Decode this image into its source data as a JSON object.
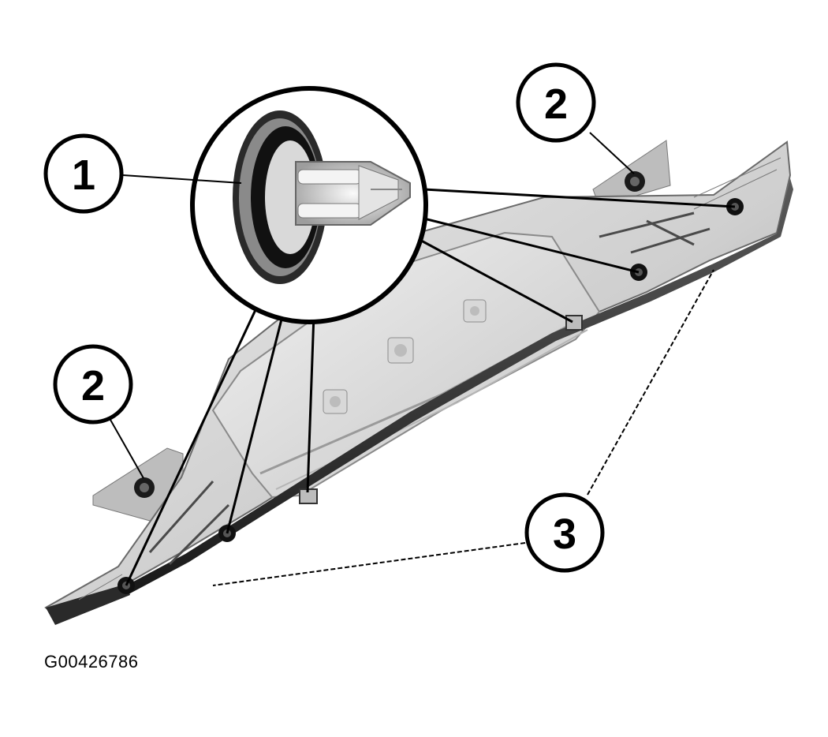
{
  "callouts": {
    "c1": "1",
    "c2_top": "2",
    "c2_left": "2",
    "c3": "3"
  },
  "figure_id": "G00426786",
  "colors": {
    "ink": "#000000",
    "panel_light": "#d6d6d6",
    "panel_mid": "#a9a9a9",
    "panel_dark": "#3a3a3a"
  }
}
